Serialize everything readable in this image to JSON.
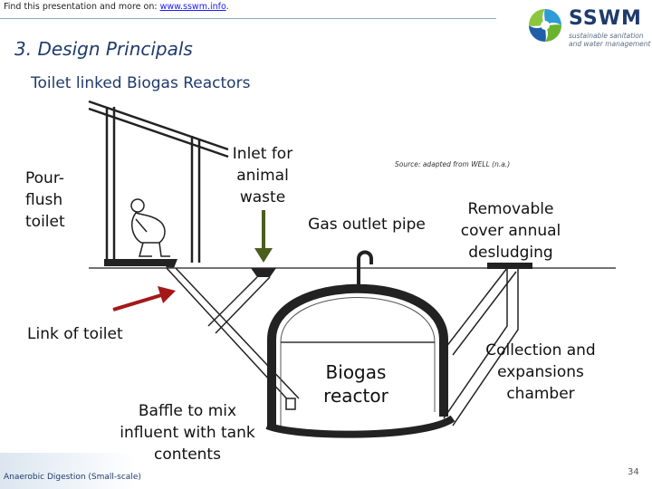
{
  "header": {
    "note": "Find this presentation and more on: ",
    "link": "www.sswm.info",
    "link_suffix": "."
  },
  "logo": {
    "name": "SSWM",
    "tagline_1": "sustainable sanitation",
    "tagline_2": "and water management"
  },
  "slide": {
    "section_title": "3. Design Principals",
    "subtitle": "Toilet linked Biogas Reactors"
  },
  "diagram": {
    "source": "Source: adapted from WELL (n.a.)",
    "labels": {
      "pour_flush_1": "Pour-",
      "pour_flush_2": "flush",
      "pour_flush_3": "toilet",
      "inlet_1": "Inlet for",
      "inlet_2": "animal",
      "inlet_3": "waste",
      "gas_outlet": "Gas outlet pipe",
      "removable_1": "Removable",
      "removable_2": "cover annual",
      "removable_3": "desludging",
      "link": "Link of toilet",
      "biogas_1": "Biogas",
      "biogas_2": "reactor",
      "collection_1": "Collection and",
      "collection_2": "expansions",
      "collection_3": "chamber",
      "baffle_1": "Baffle to mix",
      "baffle_2": "influent with tank",
      "baffle_3": "contents"
    },
    "colors": {
      "inlet_arrow": "#4a5e1e",
      "link_arrow": "#a31919"
    }
  },
  "footer": {
    "course": "Anaerobic Digestion (Small-scale)",
    "page": "34"
  }
}
